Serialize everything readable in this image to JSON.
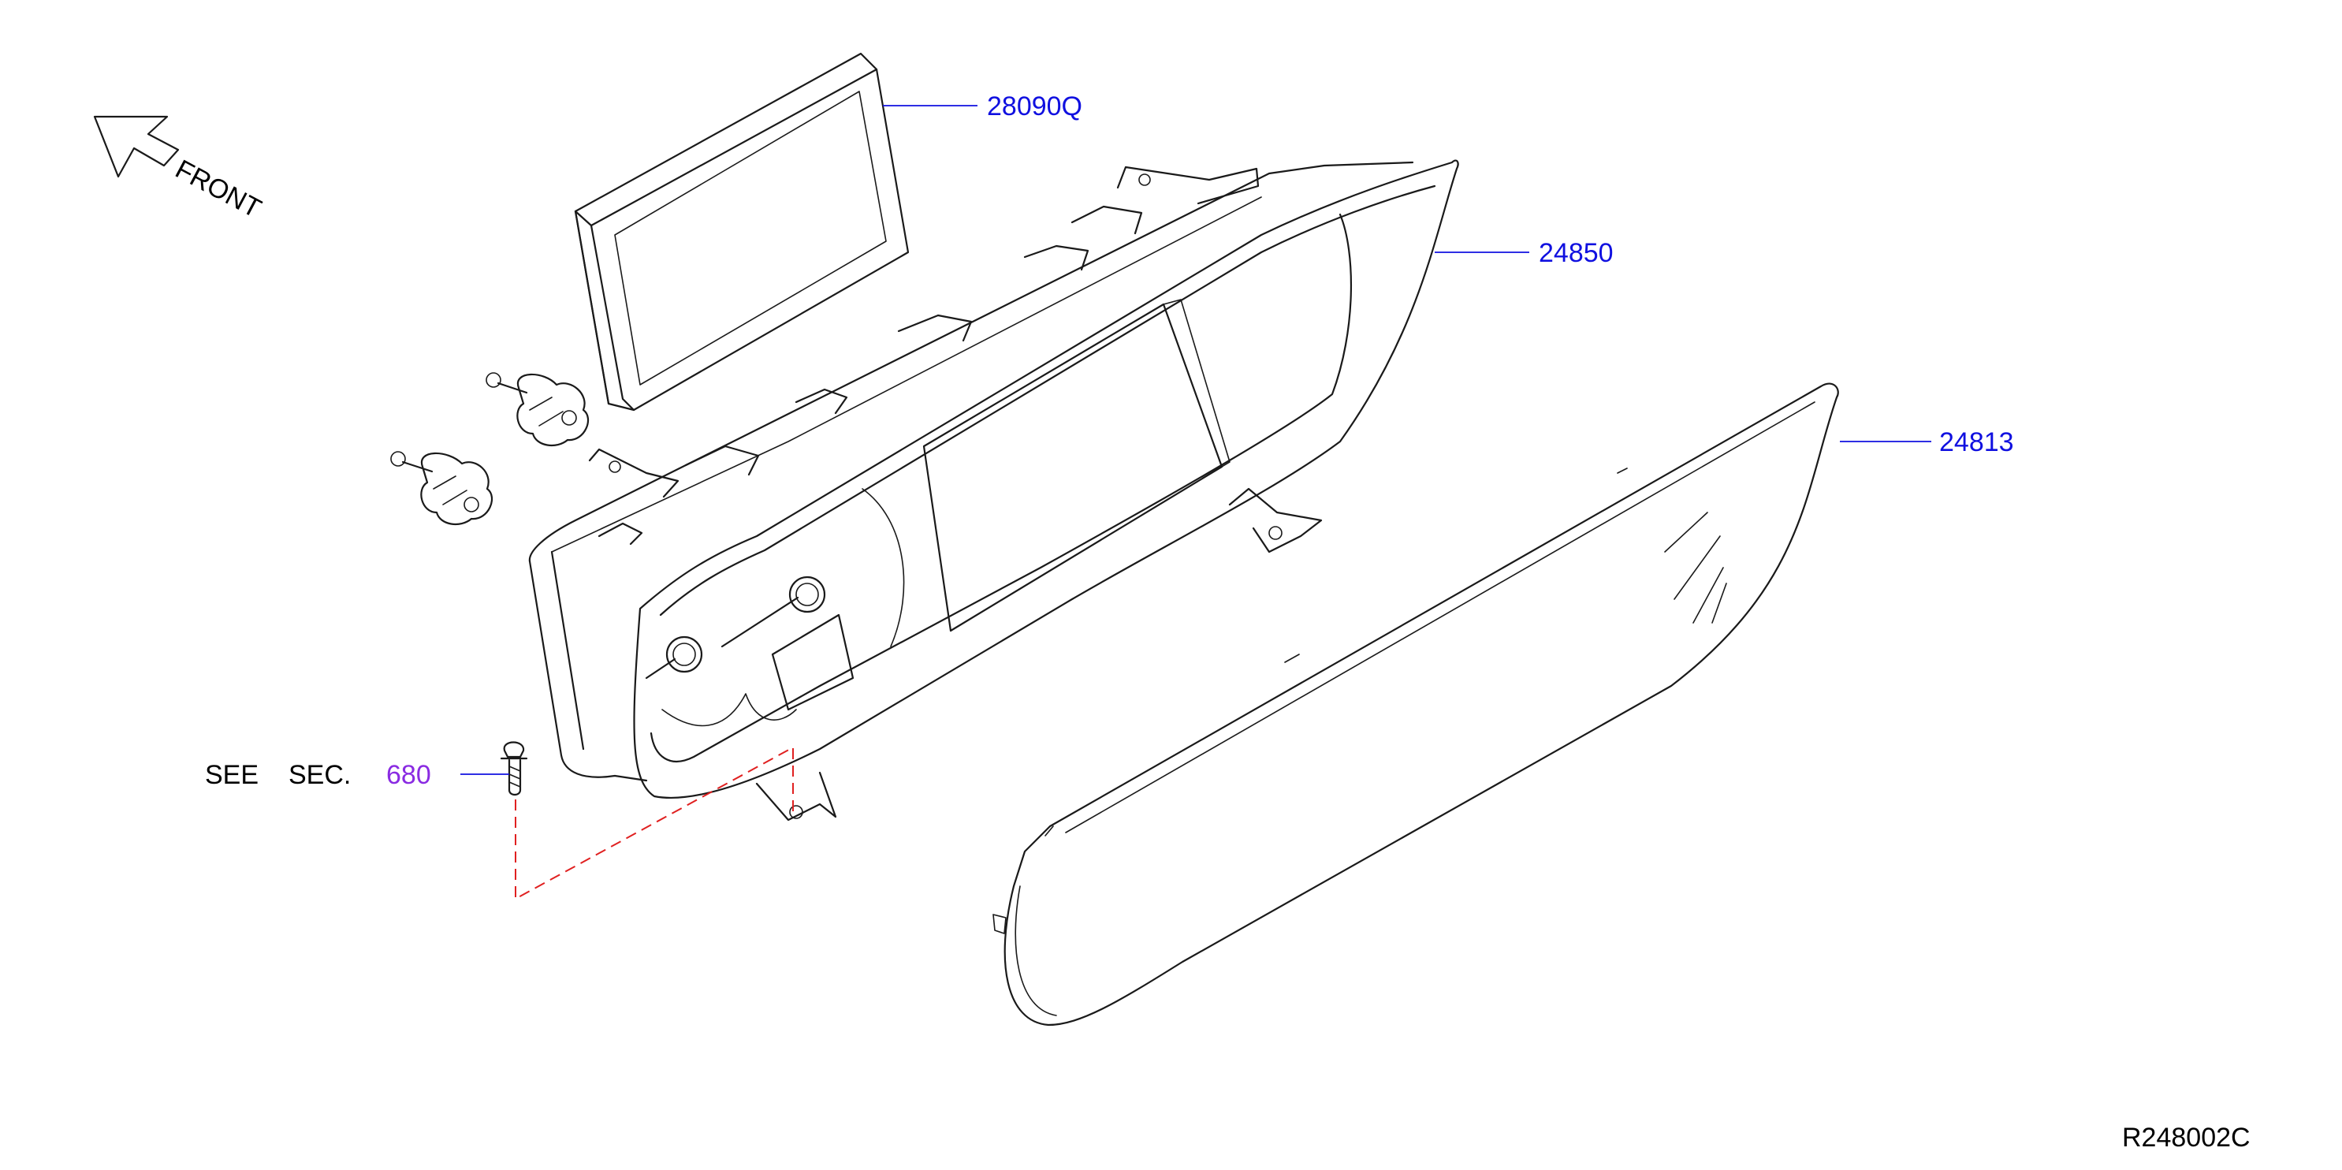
{
  "colors": {
    "part_number": "#1010e0",
    "section_ref": "#8a2be2",
    "line": "#1a1a1a",
    "dashed_guide": "#e02020",
    "background": "#ffffff"
  },
  "orientation": {
    "label": "FRONT",
    "icon": "arrow-up-left-icon"
  },
  "callouts": {
    "display_unit": "28090Q",
    "cluster": "24850",
    "cover_lens": "24813"
  },
  "section_ref": {
    "prefix": "SEE",
    "word": "SEC.",
    "number": "680"
  },
  "diagram_id": "R248002C"
}
